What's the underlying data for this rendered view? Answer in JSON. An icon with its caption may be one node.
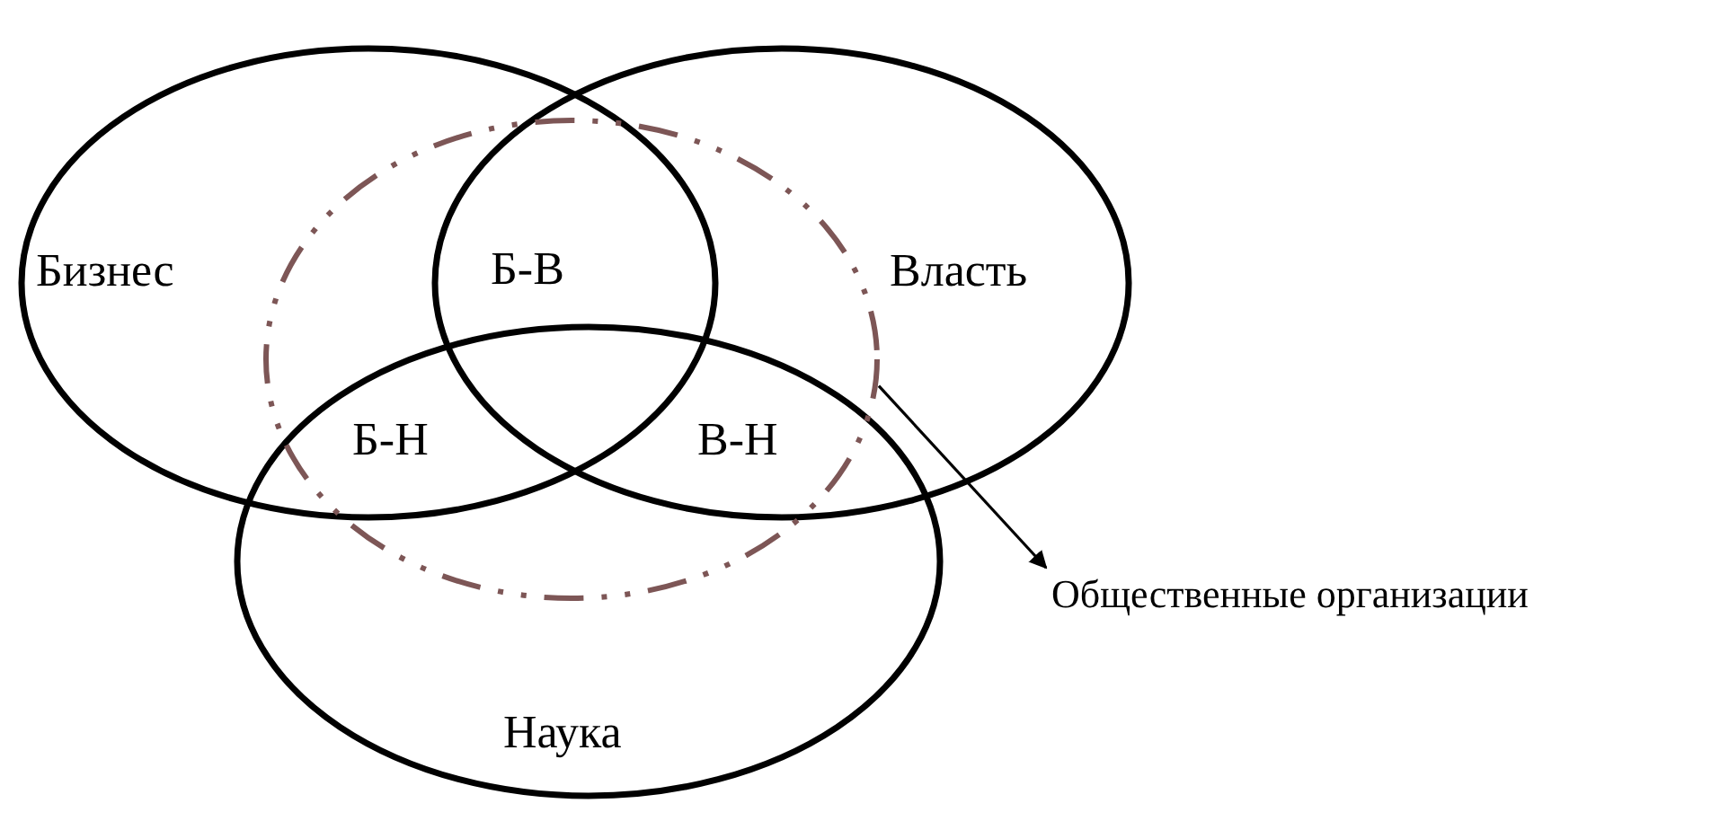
{
  "diagram": {
    "nodes": [
      {
        "text": [
          "Бизнес"
        ]
      },
      {
        "text": [
          "Власть"
        ]
      },
      {
        "text": [
          "Наука"
        ]
      },
      {
        "text": [],
        "shape": "ellipse"
      },
      {
        "text": [
          "Общественные организации"
        ]
      }
    ],
    "edges": [
      {
        "from": 3,
        "to": 4,
        "arrow": "to"
      }
    ],
    "labels": [
      "Б-В",
      "Б-Н",
      "В-Н"
    ]
  }
}
